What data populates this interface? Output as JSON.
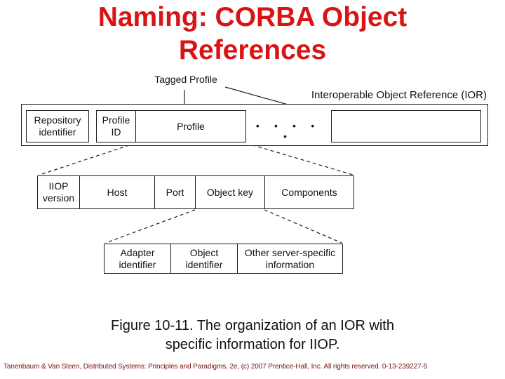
{
  "slide": {
    "title": "Naming: CORBA Object\nReferences",
    "caption": "Figure 10-11. The organization of an IOR with\nspecific information for IIOP.",
    "footer": "Tanenbaum & Van Steen, Distributed Systems: Principles and Paradigms, 2e, (c) 2007 Prentice-Hall, Inc. All rights reserved. 0-13-239227-5"
  },
  "colors": {
    "title_red": "#da1414",
    "footer_red": "#7a1010",
    "line": "#1c1c1c"
  },
  "diagram": {
    "tagged_profile_label": "Tagged Profile",
    "ior_label": "Interoperable Object Reference (IOR)",
    "dots": "• • • • •",
    "row1": {
      "boxes": [
        {
          "label": "Repository identifier"
        },
        {
          "label": "Profile ID"
        },
        {
          "label": "Profile"
        },
        {
          "label": ""
        }
      ]
    },
    "row2": {
      "boxes": [
        {
          "label": "IIOP version"
        },
        {
          "label": "Host"
        },
        {
          "label": "Port"
        },
        {
          "label": "Object key"
        },
        {
          "label": "Components"
        }
      ]
    },
    "row3": {
      "boxes": [
        {
          "label": "Adapter identifier"
        },
        {
          "label": "Object identifier"
        },
        {
          "label": "Other server-specific information"
        }
      ]
    }
  }
}
